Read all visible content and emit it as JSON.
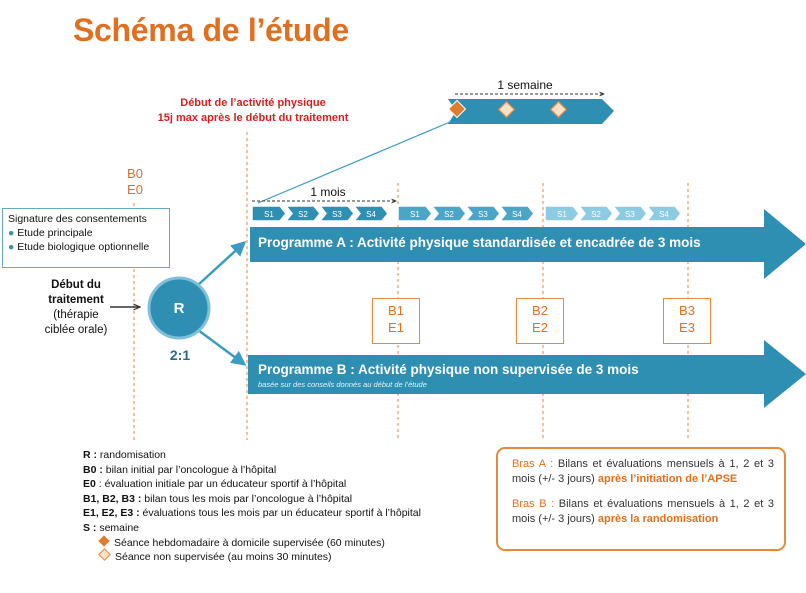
{
  "title": "Schéma de l’étude",
  "colors": {
    "accent_orange": "#e07020",
    "arrow_teal": "#2e8fb3",
    "seg_dark": "#2e8fb3",
    "seg_mid": "#4aa5c6",
    "seg_light": "#8ccbe2",
    "red": "#d62020"
  },
  "debut_activite": {
    "line1": "Début de l’activité physique",
    "line2": "15j max après le début du traitement"
  },
  "semaine_label": "1 semaine",
  "mois_label": "1 mois",
  "b0": "B0",
  "e0": "E0",
  "consent": {
    "title": "Signature des consentements",
    "item1": "Etude principale",
    "item2": "Etude biologique  optionnelle"
  },
  "debut_traitement": {
    "line1": "Début du",
    "line2": "traitement",
    "line3": "(thérapie",
    "line4": "ciblée orale)"
  },
  "randomisation": {
    "label": "R",
    "ratio": "2:1"
  },
  "segments": [
    "S1",
    "S2",
    "S3",
    "S4",
    "S1",
    "S2",
    "S3",
    "S4",
    "S1",
    "S2",
    "S3",
    "S4"
  ],
  "programme_a": "Programme A : Activité physique standardisée et encadrée de 3 mois",
  "programme_b": "Programme B : Activité physique non supervisée de 3 mois",
  "programme_b_sub": "basée sur des conseils donnés au début de l’étude",
  "bilans": [
    {
      "b": "B1",
      "e": "E1"
    },
    {
      "b": "B2",
      "e": "E2"
    },
    {
      "b": "B3",
      "e": "E3"
    }
  ],
  "legend": {
    "r_key": "R :",
    "r_text": " randomisation",
    "b0_key": "B0 :",
    "b0_text": " bilan initial  par l’oncologue  à l’hôpital",
    "e0_key": "E0",
    "e0_text": " : évaluation  initiale par un éducateur sportif à l’hôpital",
    "b_key": "B1, B2, B3 :",
    "b_text": " bilan tous les mois par l’oncologue  à l’hôpital",
    "e_key": "E1, E2, E3 :",
    "e_text": " évaluations  tous les mois par un éducateur sportif à l’hôpital",
    "s_key": "S :",
    "s_text": " semaine",
    "supervised": "Séance hebdomadaire  à domicile supervisée  (60 minutes)",
    "unsupervised": "Séance non supervisée  (au moins 30 minutes)"
  },
  "bras": {
    "a_key": "Bras A :",
    "a_text": " Bilans et évaluations mensuels à 1, 2 et 3 mois (+/- 3 jours) ",
    "a_bold": "après l’initiation de l’APSE",
    "b_key": "Bras B :",
    "b_text": " Bilans et évaluations mensuels à 1, 2 et 3 mois (+/- 3 jours) ",
    "b_bold": "après la randomisation"
  }
}
